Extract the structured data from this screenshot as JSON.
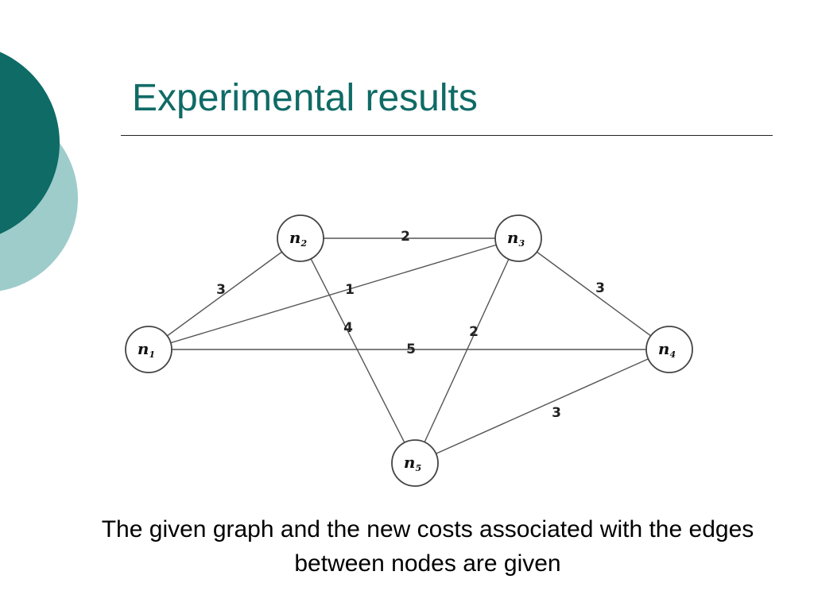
{
  "slide": {
    "title": "Experimental results",
    "caption": "The given graph and the new costs associated with the edges between nodes are given"
  },
  "colors": {
    "title": "#0f6b66",
    "deco_dark": "#0e6b66",
    "deco_light": "#9ecccb"
  },
  "graph": {
    "nodes": [
      {
        "id": "n1",
        "base": "n",
        "sub": "1"
      },
      {
        "id": "n2",
        "base": "n",
        "sub": "2"
      },
      {
        "id": "n3",
        "base": "n",
        "sub": "3"
      },
      {
        "id": "n4",
        "base": "n",
        "sub": "4"
      },
      {
        "id": "n5",
        "base": "n",
        "sub": "5"
      }
    ],
    "edges": [
      {
        "from": "n2",
        "to": "n3",
        "cost": "2"
      },
      {
        "from": "n1",
        "to": "n2",
        "cost": "3"
      },
      {
        "from": "n1",
        "to": "n3",
        "cost": "1"
      },
      {
        "from": "n2",
        "to": "n5",
        "cost": "4"
      },
      {
        "from": "n1",
        "to": "n4",
        "cost": "5"
      },
      {
        "from": "n3",
        "to": "n5",
        "cost": "2"
      },
      {
        "from": "n3",
        "to": "n4",
        "cost": "3"
      },
      {
        "from": "n5",
        "to": "n4",
        "cost": "3"
      }
    ]
  }
}
